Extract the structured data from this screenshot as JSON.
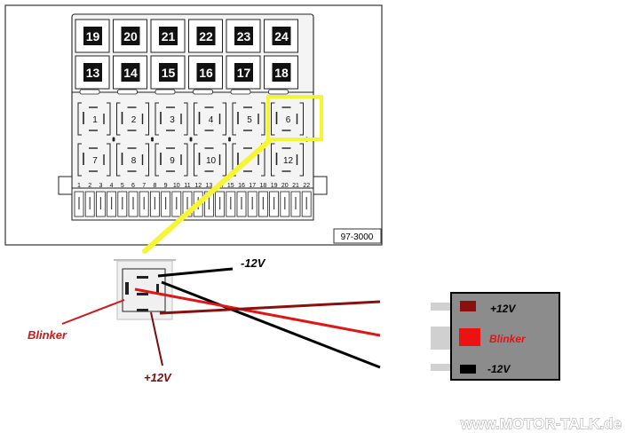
{
  "fuse_box": {
    "fuses_top": [
      "19",
      "20",
      "21",
      "22",
      "23",
      "24"
    ],
    "fuses_bottom": [
      "13",
      "14",
      "15",
      "16",
      "17",
      "18"
    ],
    "relays_row1": [
      "1",
      "2",
      "3",
      "4",
      "5",
      "6"
    ],
    "relays_row2": [
      "7",
      "8",
      "9",
      "10",
      "",
      "12"
    ],
    "highlighted_relay": "6",
    "pins": [
      "1",
      "2",
      "3",
      "4",
      "5",
      "6",
      "7",
      "8",
      "9",
      "10",
      "11",
      "12",
      "13",
      "14",
      "15",
      "16",
      "17",
      "18",
      "19",
      "20",
      "21",
      "22"
    ],
    "reference": "97-3000"
  },
  "wires": {
    "top_label": "-12V",
    "left_label": "Blinker",
    "bottom_label": "+12V"
  },
  "right_box": {
    "label_top": "+12V",
    "label_mid": "Blinker",
    "label_bottom": "-12V"
  },
  "watermark": "www.MOTOR-TALK.de",
  "colors": {
    "highlight": "#f5f535",
    "wire_red": "#e01515",
    "wire_dark_red": "#8a1010",
    "wire_black": "#000000",
    "box_gray": "#8c8c8c",
    "label_red": "#cc1a1a"
  }
}
